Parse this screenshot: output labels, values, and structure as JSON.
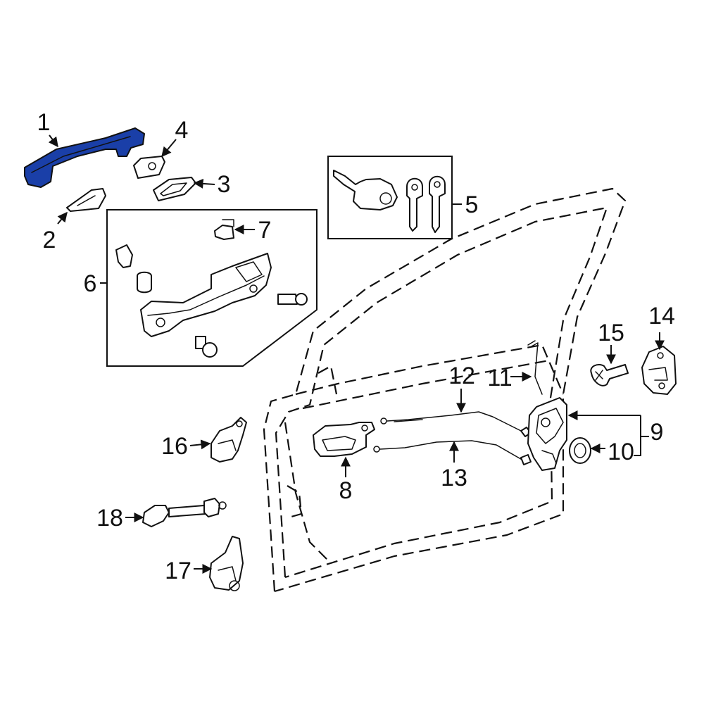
{
  "diagram": {
    "highlight_color": "#1a3fa8",
    "outline_color": "#111111",
    "highlighted_part": "1",
    "callouts": [
      "1",
      "2",
      "3",
      "4",
      "5",
      "6",
      "7",
      "8",
      "9",
      "10",
      "11",
      "12",
      "13",
      "14",
      "15",
      "16",
      "17",
      "18"
    ]
  }
}
